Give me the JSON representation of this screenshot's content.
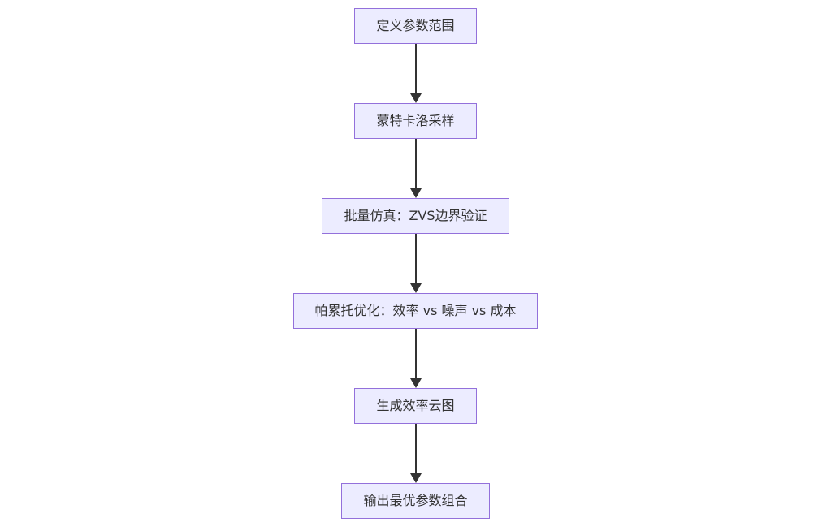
{
  "diagram": {
    "type": "flowchart",
    "direction": "top-down",
    "colors": {
      "background": "#FFFFFF",
      "node_fill": "#ECECFF",
      "node_border": "#9370DB",
      "node_text": "#333333",
      "arrow": "#333333"
    },
    "nodes": [
      {
        "label": "定义参数范围"
      },
      {
        "label": "蒙特卡洛采样"
      },
      {
        "label": "批量仿真：ZVS边界验证"
      },
      {
        "label": "帕累托优化：效率 vs 噪声 vs 成本"
      },
      {
        "label": "生成效率云图"
      },
      {
        "label": "输出最优参数组合"
      }
    ],
    "edges": [
      {
        "from": 0,
        "to": 1
      },
      {
        "from": 1,
        "to": 2
      },
      {
        "from": 2,
        "to": 3
      },
      {
        "from": 3,
        "to": 4
      },
      {
        "from": 4,
        "to": 5
      }
    ]
  }
}
